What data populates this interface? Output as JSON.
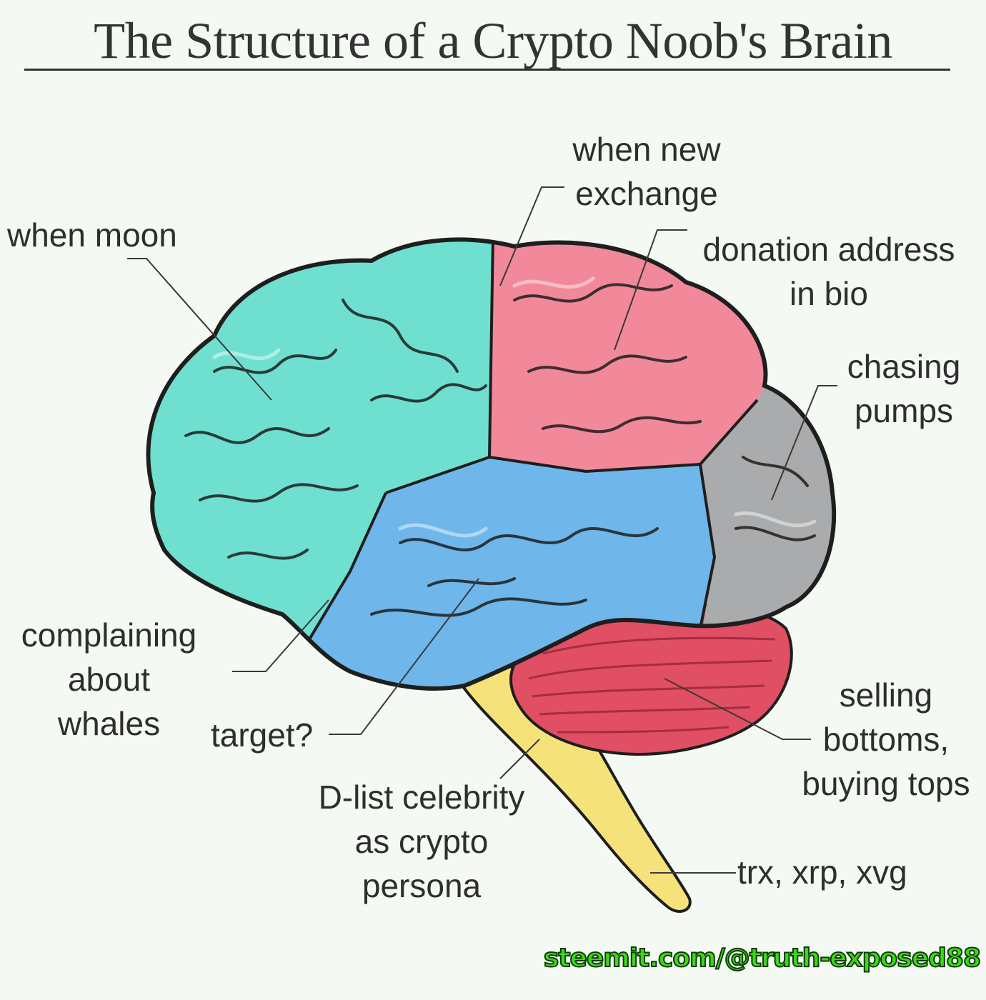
{
  "title": "The Structure of a Crypto Noob's Brain",
  "labels": {
    "when_new_exchange": [
      "when new",
      "exchange"
    ],
    "when_moon": [
      "when moon"
    ],
    "donation_address": [
      "donation address",
      "in bio"
    ],
    "chasing_pumps": [
      "chasing",
      "pumps"
    ],
    "complaining_about_whales": [
      "complaining",
      "about",
      "whales"
    ],
    "target": [
      "target?"
    ],
    "selling_bottoms": [
      "selling",
      "bottoms,",
      "buying tops"
    ],
    "dlist_celebrity": [
      "D-list celebrity",
      "as crypto",
      "persona"
    ],
    "trx_xrp_xvg": [
      "trx, xrp, xvg"
    ]
  },
  "watermark": "steemit.com/@truth-exposed88",
  "colors": {
    "frontal_lobe": "#6fe0cf",
    "parietal_lobe": "#f2899a",
    "occipital_lobe": "#a9abad",
    "temporal_lobe": "#6fb7ea",
    "cerebellum": "#e04f63",
    "brain_stem": "#f6e27a",
    "outline": "#1e1e1e",
    "watermark_green": "#3fd61c"
  }
}
